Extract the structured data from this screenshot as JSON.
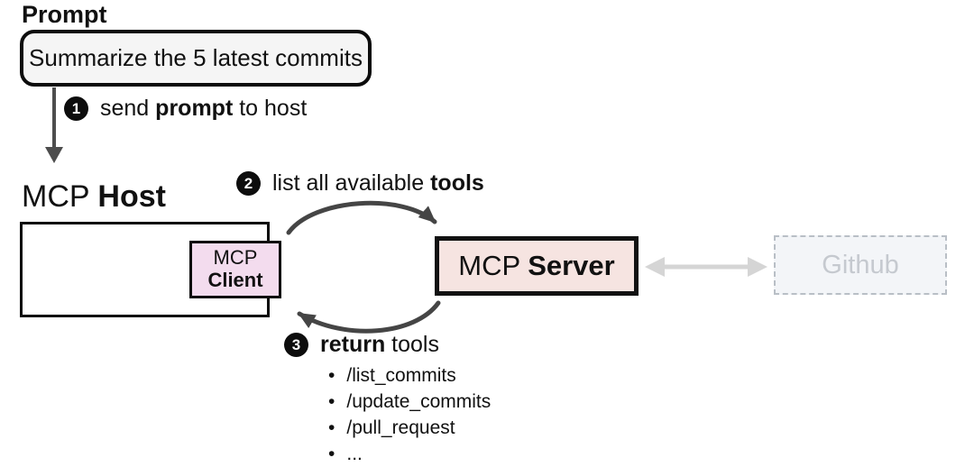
{
  "diagram": {
    "prompt": {
      "title": "Prompt",
      "bubble_text": "Summarize the 5 latest commits"
    },
    "steps": [
      {
        "num": "1",
        "pre": "send ",
        "bold": "prompt",
        "post": " to host"
      },
      {
        "num": "2",
        "pre": "list all available ",
        "bold": "tools",
        "post": ""
      },
      {
        "num": "3",
        "pre": "",
        "bold": "return",
        "post": " tools"
      }
    ],
    "host": {
      "label_regular": "MCP ",
      "label_bold": "Host"
    },
    "client": {
      "line1": "MCP",
      "line2": "Client"
    },
    "server": {
      "label_regular": "MCP ",
      "label_bold": "Server"
    },
    "github": {
      "label": "Github"
    },
    "tools": [
      "/list_commits",
      "/update_commits",
      "/pull_request",
      "..."
    ],
    "bullet_glyph": "•",
    "colors": {
      "client_fill": "#f3dcee",
      "server_fill": "#f6e4e1",
      "github_fill": "#f3f5f8",
      "github_border": "#b9bfc6",
      "github_text": "#c5c9cf",
      "arrow_dark": "#454545",
      "arrow_gray": "#d5d5d5"
    }
  }
}
